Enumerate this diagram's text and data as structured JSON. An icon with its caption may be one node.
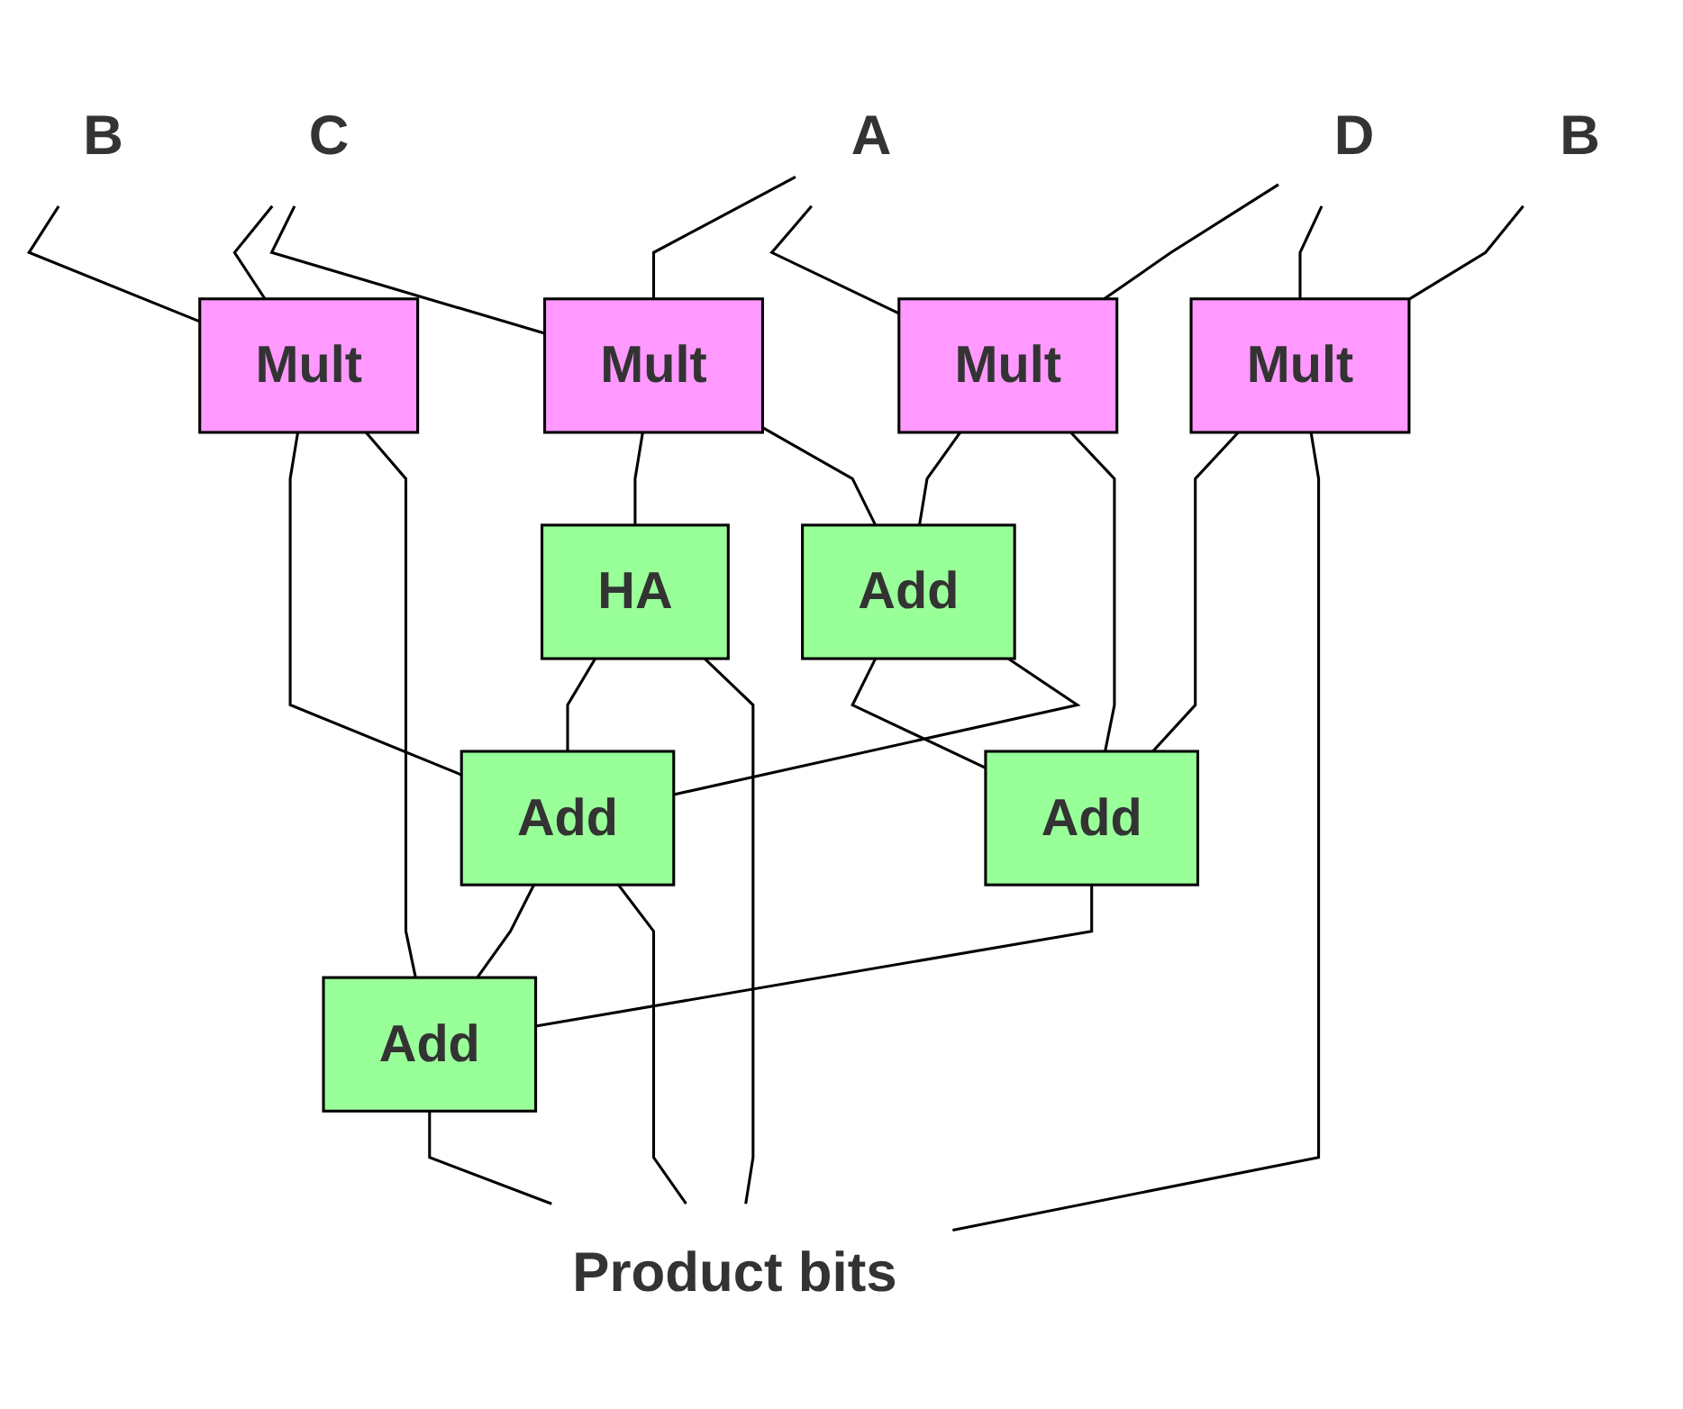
{
  "diagram": {
    "nodes": [
      {
        "text": [
          "B"
        ]
      },
      {
        "text": [
          "C"
        ]
      },
      {
        "text": [
          "A"
        ]
      },
      {
        "text": [
          "D"
        ]
      },
      {
        "text": [
          "B"
        ]
      },
      {
        "text": [
          "Mult"
        ]
      },
      {
        "text": [
          "Mult"
        ]
      },
      {
        "text": [
          "Mult"
        ]
      },
      {
        "text": [
          "Mult"
        ]
      },
      {
        "text": [
          "Add"
        ]
      },
      {
        "text": [
          "Add"
        ]
      },
      {
        "text": [
          "HA"
        ]
      },
      {
        "text": [
          "Add"
        ]
      },
      {
        "text": [
          "Add"
        ]
      },
      {
        "text": [
          "Product bits"
        ]
      }
    ],
    "edges": [
      {
        "from": 0,
        "to": 5,
        "arrow": "none"
      },
      {
        "from": 1,
        "to": 5,
        "arrow": "none"
      },
      {
        "from": 1,
        "to": 6,
        "arrow": "none"
      },
      {
        "from": 2,
        "to": 6,
        "arrow": "none"
      },
      {
        "from": 2,
        "to": 7,
        "arrow": "none"
      },
      {
        "from": 3,
        "to": 7,
        "arrow": "none"
      },
      {
        "from": 3,
        "to": 8,
        "arrow": "none"
      },
      {
        "from": 4,
        "to": 8,
        "arrow": "none"
      },
      {
        "from": 5,
        "to": 12,
        "arrow": "none"
      },
      {
        "from": 5,
        "to": 13,
        "arrow": "none"
      },
      {
        "from": 6,
        "to": 11,
        "arrow": "none"
      },
      {
        "from": 6,
        "to": 9,
        "arrow": "none"
      },
      {
        "from": 7,
        "to": 9,
        "arrow": "none"
      },
      {
        "from": 7,
        "to": 10,
        "arrow": "none"
      },
      {
        "from": 8,
        "to": 10,
        "arrow": "none"
      },
      {
        "from": 9,
        "to": 10,
        "arrow": "none"
      },
      {
        "from": 9,
        "to": 12,
        "arrow": "none"
      },
      {
        "from": 10,
        "to": 13,
        "arrow": "none"
      },
      {
        "from": 11,
        "to": 12,
        "arrow": "none"
      },
      {
        "from": 12,
        "to": 13,
        "arrow": "none"
      },
      {
        "from": 11,
        "to": 14,
        "arrow": "none"
      },
      {
        "from": 12,
        "to": 14,
        "arrow": "none"
      },
      {
        "from": 13,
        "to": 14,
        "arrow": "none"
      },
      {
        "from": 8,
        "to": 14,
        "arrow": "none"
      }
    ]
  }
}
